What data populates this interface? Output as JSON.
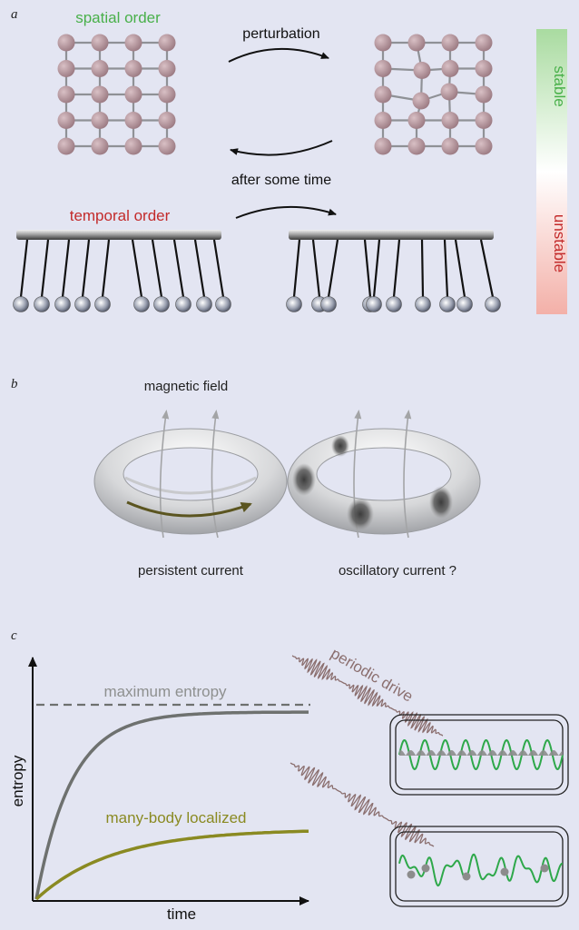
{
  "panel_a": {
    "letter": "a",
    "spatial_order": "spatial order",
    "perturbation": "perturbation",
    "after_some_time": "after some time",
    "temporal_order": "temporal order",
    "scale_stable": "stable",
    "scale_unstable": "unstable",
    "colors": {
      "spatial": "#49b04a",
      "temporal": "#c32a2a",
      "stable": "#49b04a",
      "unstable": "#c32a2a",
      "atom": "#b7959c"
    }
  },
  "panel_b": {
    "letter": "b",
    "magnetic_field": "magnetic field",
    "persistent_current": "persistent current",
    "oscillatory_current": "oscillatory current ?"
  },
  "panel_c": {
    "letter": "c",
    "ylabel": "entropy",
    "xlabel": "time",
    "maximum_entropy": "maximum entropy",
    "mbl": "many-body localized",
    "periodic_drive": "periodic drive",
    "colors": {
      "max_entropy_curve": "#6e716f",
      "mbl_curve": "#8a8a22",
      "drive": "#8b6f6f",
      "wave": "#2ea84a"
    }
  }
}
